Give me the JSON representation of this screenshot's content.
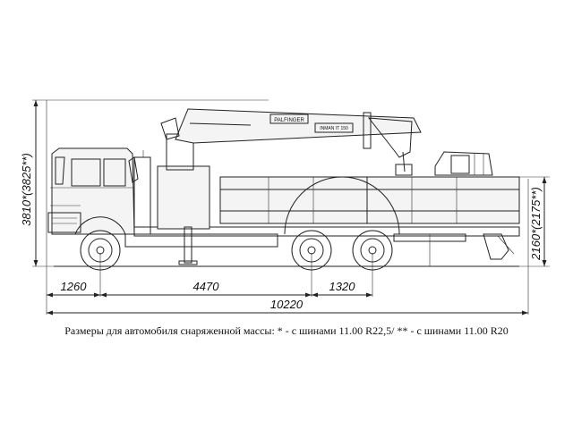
{
  "dimensions": {
    "horizontal": {
      "front_overhang": "1260",
      "wheelbase": "4470",
      "rear_axle_spacing": "1320",
      "overall_length": "10220"
    },
    "vertical": {
      "overall_height": "3810*(3825**)",
      "platform_height": "2160*(2175**)"
    }
  },
  "caption": "Размеры для автомобиля снаряженной массы: * - с шинами 11.00 R22,5/ ** - с шинами 11.00 R20",
  "crane_labels": {
    "brand": "PALFINGER",
    "model": "INMAN IT 150"
  },
  "colors": {
    "line": "#222222",
    "background": "#ffffff"
  }
}
